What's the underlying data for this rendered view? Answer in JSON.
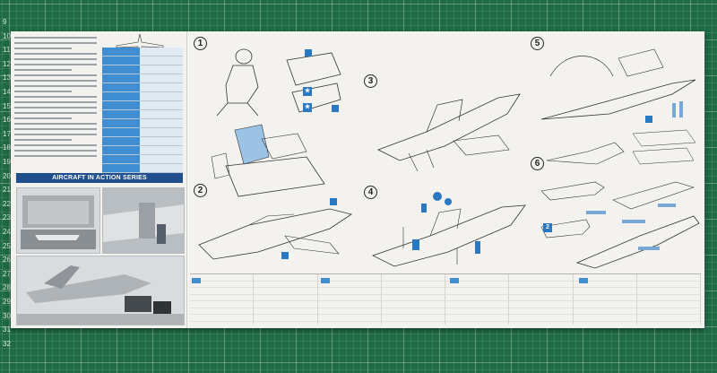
{
  "ruler": {
    "numbers": [
      "9",
      "10",
      "11",
      "12",
      "13",
      "14",
      "15",
      "16",
      "17",
      "18",
      "19",
      "20",
      "21",
      "22",
      "23",
      "24",
      "25",
      "26",
      "27",
      "28",
      "29",
      "30",
      "31",
      "32"
    ]
  },
  "sheet": {
    "series_banner": "AIRCRAFT IN ACTION SERIES",
    "steps": [
      "1",
      "2",
      "3",
      "4",
      "5",
      "6"
    ]
  },
  "colors": {
    "mat_green": "#1f6b46",
    "sheet": "#f3f2ee",
    "accent_blue": "#3e8ed1",
    "banner_blue": "#1f4f8c"
  }
}
